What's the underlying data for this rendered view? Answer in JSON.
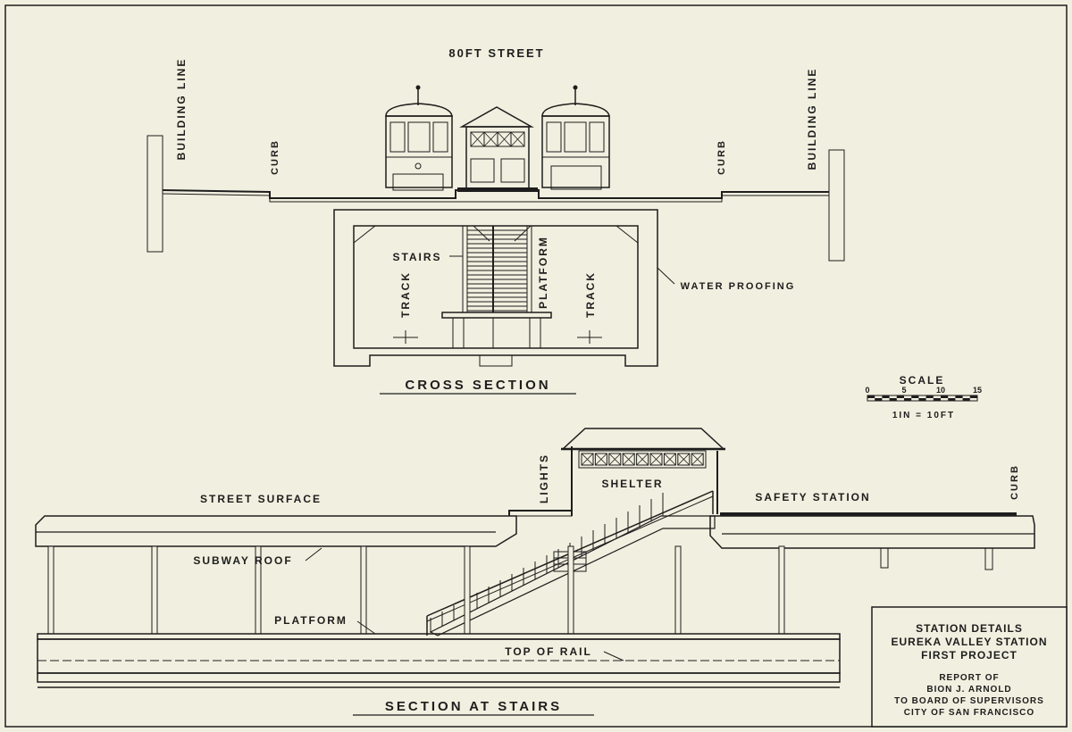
{
  "cross_section": {
    "street_width": "80FT STREET",
    "building_line_left": "BUILDING LINE",
    "building_line_right": "BUILDING LINE",
    "curb_left": "CURB",
    "curb_right": "CURB",
    "stairs": "STAIRS",
    "platform": "PLATFORM",
    "track_left": "TRACK",
    "track_right": "TRACK",
    "water_proofing": "WATER PROOFING",
    "title": "CROSS SECTION"
  },
  "scale": {
    "title": "SCALE",
    "ticks": [
      "0",
      "5",
      "10",
      "15"
    ],
    "ratio": "1IN = 10FT"
  },
  "stairs_section": {
    "street_surface": "STREET SURFACE",
    "lights": "LIGHTS",
    "shelter": "SHELTER",
    "safety_station": "SAFETY STATION",
    "curb": "CURB",
    "subway_roof": "SUBWAY ROOF",
    "platform": "PLATFORM",
    "top_of_rail": "TOP OF RAIL",
    "title": "SECTION AT STAIRS"
  },
  "title_block": {
    "line1": "STATION DETAILS",
    "line2": "EUREKA VALLEY STATION",
    "line3": "FIRST PROJECT",
    "line4": "REPORT OF",
    "line5": "BION J. ARNOLD",
    "line6": "TO BOARD OF SUPERVISORS",
    "line7": "CITY OF SAN FRANCISCO"
  },
  "colors": {
    "paper": "#f1efdf",
    "ink": "#1d1d1d"
  }
}
